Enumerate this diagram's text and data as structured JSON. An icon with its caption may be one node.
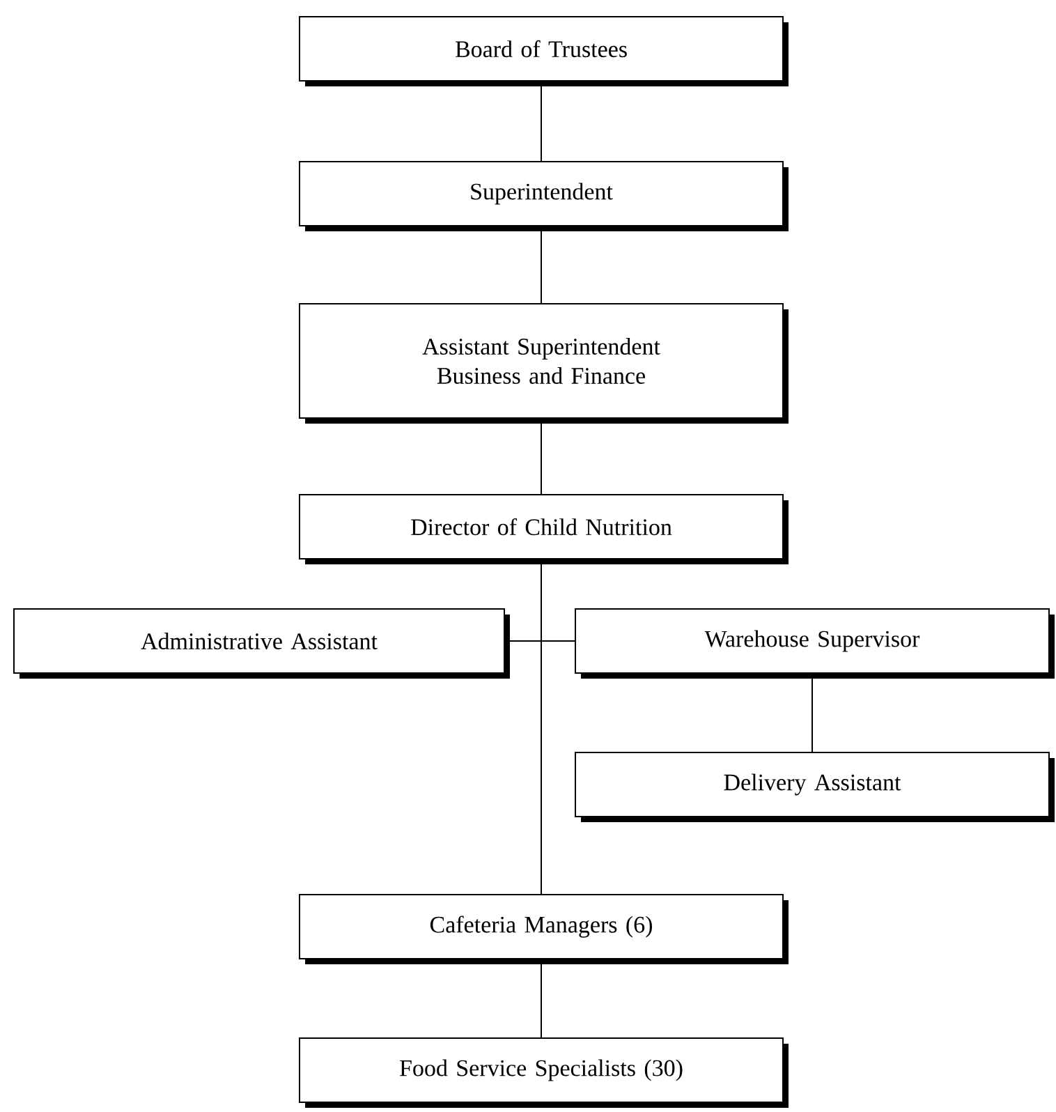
{
  "diagram": {
    "nodes": [
      {
        "text": [
          "Board of Trustees"
        ]
      },
      {
        "text": [
          "Superintendent"
        ]
      },
      {
        "text": [
          "Assistant Superintendent Business and Finance"
        ]
      },
      {
        "text": [
          "Director of Child Nutrition"
        ]
      },
      {
        "text": [
          "Administrative Assistant"
        ]
      },
      {
        "text": [
          "Warehouse Supervisor"
        ]
      },
      {
        "text": [
          "Delivery Assistant"
        ]
      },
      {
        "text": [
          "Cafeteria Managers (6)"
        ]
      },
      {
        "text": [
          "Food Service Specialists (30)"
        ]
      }
    ],
    "edges": [
      {
        "from": 0,
        "to": 1,
        "arrow": "none"
      },
      {
        "from": 1,
        "to": 2,
        "arrow": "none"
      },
      {
        "from": 2,
        "to": 3,
        "arrow": "none"
      },
      {
        "from": 3,
        "to": 4,
        "arrow": "none"
      },
      {
        "from": 3,
        "to": 5,
        "arrow": "none"
      },
      {
        "from": 5,
        "to": 6,
        "arrow": "none"
      },
      {
        "from": 3,
        "to": 7,
        "arrow": "none"
      },
      {
        "from": 7,
        "to": 8,
        "arrow": "none"
      }
    ]
  }
}
